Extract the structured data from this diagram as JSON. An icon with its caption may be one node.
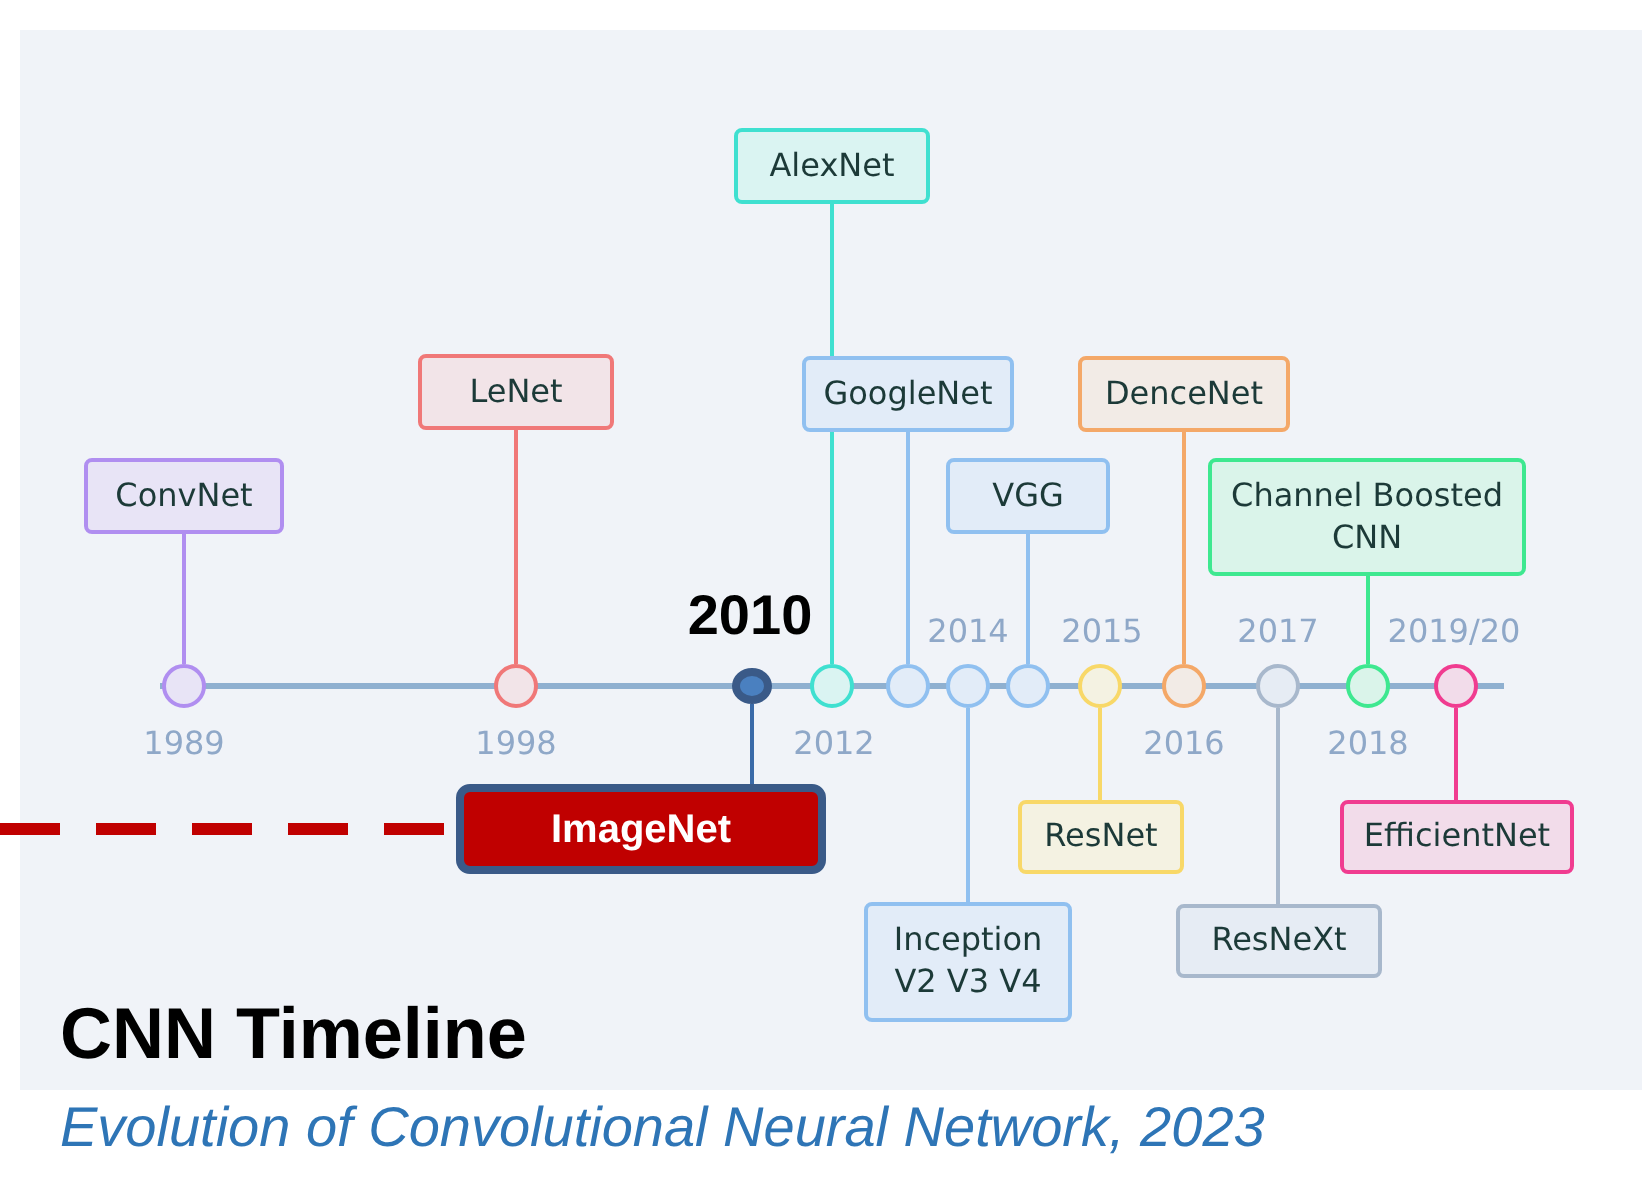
{
  "diagram": {
    "title": "CNN Timeline",
    "caption": "Evolution of Convolutional Neural Network, 2023",
    "nodes": [
      {
        "text": [
          "ConvNet"
        ]
      },
      {
        "text": [],
        "shape": "circle"
      },
      {
        "text": [
          "LeNet"
        ]
      },
      {
        "text": [],
        "shape": "circle"
      },
      {
        "text": [],
        "shape": "circle"
      },
      {
        "text": [
          "ImageNet"
        ]
      },
      {
        "text": [
          "AlexNet"
        ]
      },
      {
        "text": [],
        "shape": "circle"
      },
      {
        "text": [
          "GoogleNet"
        ]
      },
      {
        "text": [],
        "shape": "circle"
      },
      {
        "text": [],
        "shape": "circle"
      },
      {
        "text": [
          "Inception V2 V3 V4"
        ]
      },
      {
        "text": [
          "VGG"
        ]
      },
      {
        "text": [],
        "shape": "circle"
      },
      {
        "text": [],
        "shape": "circle"
      },
      {
        "text": [
          "ResNet"
        ]
      },
      {
        "text": [
          "DenceNet"
        ]
      },
      {
        "text": [],
        "shape": "circle"
      },
      {
        "text": [],
        "shape": "circle"
      },
      {
        "text": [
          "ResNeXt"
        ]
      },
      {
        "text": [
          "Channel Boosted CNN"
        ]
      },
      {
        "text": [],
        "shape": "circle"
      },
      {
        "text": [],
        "shape": "circle"
      },
      {
        "text": [
          "EfficientNet"
        ]
      }
    ],
    "edges": [
      {
        "from": 0,
        "to": 1,
        "arrow": "none",
        "color": "#b08ef0"
      },
      {
        "from": 2,
        "to": 3,
        "arrow": "none",
        "color": "#f07878"
      },
      {
        "from": 5,
        "to": 4,
        "arrow": "none",
        "color": "#3a6aa8"
      },
      {
        "from": null,
        "to": 5,
        "arrow": "none",
        "style": "dashed",
        "color": "#c00000"
      },
      {
        "from": 6,
        "to": 7,
        "arrow": "none",
        "color": "#3fe0d0"
      },
      {
        "from": 8,
        "to": 9,
        "arrow": "none",
        "color": "#90c0f0"
      },
      {
        "from": 11,
        "to": 10,
        "arrow": "none",
        "color": "#90c0f0"
      },
      {
        "from": 12,
        "to": 13,
        "arrow": "none",
        "color": "#90c0f0"
      },
      {
        "from": 15,
        "to": 14,
        "arrow": "none",
        "color": "#f8d868"
      },
      {
        "from": 16,
        "to": 17,
        "arrow": "none",
        "color": "#f4a868"
      },
      {
        "from": 19,
        "to": 18,
        "arrow": "none",
        "color": "#a8b8cc"
      },
      {
        "from": 20,
        "to": 21,
        "arrow": "none",
        "color": "#3ee890"
      },
      {
        "from": 23,
        "to": 22,
        "arrow": "none",
        "color": "#f03c90"
      }
    ],
    "labels": [
      "2010",
      "2014",
      "2015",
      "2017",
      "2019/20",
      "1989",
      "1998",
      "2012",
      "2016",
      "2018"
    ]
  }
}
